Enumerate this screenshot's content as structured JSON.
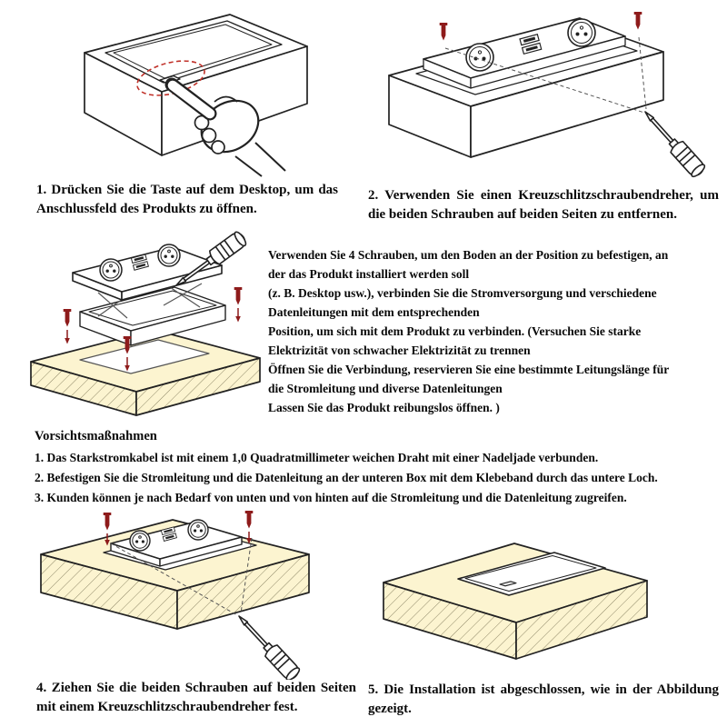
{
  "colors": {
    "wood": "#fcf4d0",
    "hatch": "#8f8868",
    "screw_red": "#8e1b1b",
    "highlight_red": "#c03028",
    "line": "#222222"
  },
  "steps": {
    "step1": {
      "caption": "1. Drücken Sie die Taste auf dem Desktop, um das Anschlussfeld des Produkts zu öffnen."
    },
    "step2": {
      "caption": "2. Verwenden Sie einen Kreuzschlitzschraubendreher, um die beiden Schrauben auf beiden Seiten zu entfernen."
    },
    "step3": {
      "lines": [
        "Verwenden Sie 4 Schrauben, um den Boden an der Position zu befestigen, an",
        "der das Produkt installiert werden soll",
        "(z. B. Desktop usw.), verbinden Sie die Stromversorgung und verschiedene",
        "Datenleitungen mit dem entsprechenden",
        "Position, um sich mit dem Produkt zu verbinden. (Versuchen Sie starke",
        "Elektrizität von schwacher Elektrizität zu trennen",
        "Öffnen Sie die Verbindung, reservieren Sie eine bestimmte Leitungslänge für",
        "die Stromleitung und diverse Datenleitungen",
        "Lassen Sie das Produkt reibungslos öffnen. )"
      ]
    },
    "step4": {
      "caption": "4. Ziehen Sie die beiden Schrauben auf beiden Seiten mit einem Kreuzschlitzschraubendreher fest."
    },
    "step5": {
      "caption": "5. Die Installation ist abgeschlossen, wie in der Abbildung gezeigt."
    }
  },
  "precautions": {
    "title": "Vorsichtsmaßnahmen",
    "items": [
      "1. Das Starkstromkabel ist mit einem 1,0 Quadratmillimeter weichen Draht mit einer Nadeljade verbunden.",
      "2. Befestigen Sie die Stromleitung und die Datenleitung an der unteren Box mit dem Klebeband durch das untere Loch.",
      "3. Kunden können je nach Bedarf von unten und von hinten auf die Stromleitung und die Datenleitung zugreifen."
    ]
  },
  "figures": {
    "step1_icons": [
      "desk-unit",
      "press-button",
      "dashed-highlight-circle",
      "pointing-hand"
    ],
    "step2_icons": [
      "popup-socket-unit",
      "power-sockets",
      "usb-ports",
      "screws",
      "screwdriver"
    ],
    "step3_icons": [
      "screwdriver",
      "popup-socket-unit",
      "screws",
      "wood-board"
    ],
    "step4_icons": [
      "wood-board",
      "popup-socket-unit",
      "screws",
      "screwdriver"
    ],
    "step5_icons": [
      "wood-board",
      "closed-lid"
    ]
  }
}
